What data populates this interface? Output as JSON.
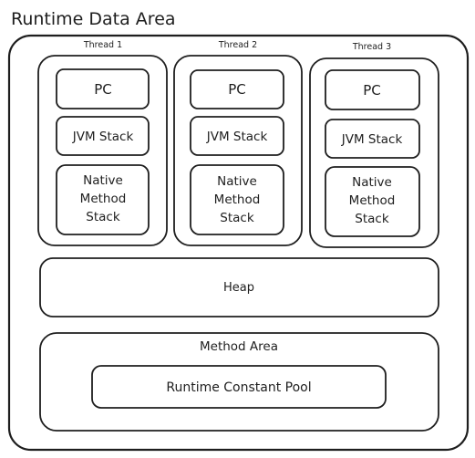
{
  "title": "Runtime Data Area",
  "threads": [
    {
      "name": "Thread 1",
      "pc": "PC",
      "jvm_stack": "JVM Stack",
      "native": [
        "Native",
        "Method",
        "Stack"
      ]
    },
    {
      "name": "Thread 2",
      "pc": "PC",
      "jvm_stack": "JVM Stack",
      "native": [
        "Native",
        "Method",
        "Stack"
      ]
    },
    {
      "name": "Thread 3",
      "pc": "PC",
      "jvm_stack": "JVM Stack",
      "native": [
        "Native",
        "Method",
        "Stack"
      ]
    }
  ],
  "heap": "Heap",
  "method_area": {
    "label": "Method Area",
    "runtime_constant_pool": "Runtime Constant Pool"
  },
  "colors": {
    "stroke": "#1e1e1e",
    "background": "#ffffff"
  }
}
